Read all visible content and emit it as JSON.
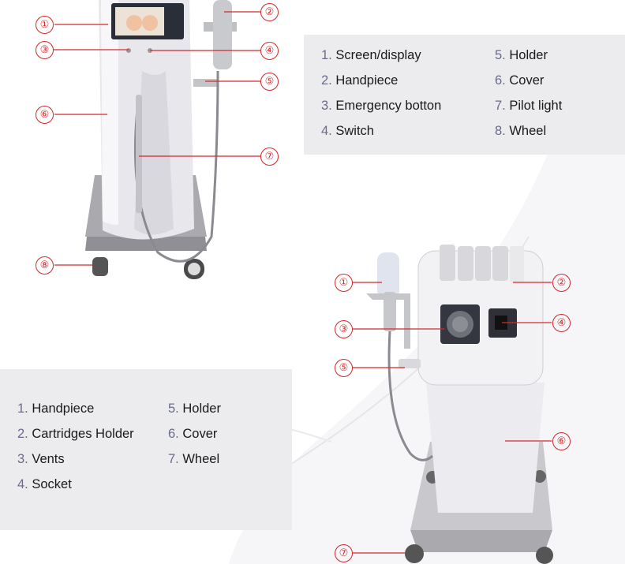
{
  "top_figure": {
    "callouts": [
      "①",
      "②",
      "③",
      "④",
      "⑤",
      "⑥",
      "⑦",
      "⑧"
    ],
    "legend": [
      {
        "num": "1.",
        "text": "Screen/display"
      },
      {
        "num": "2.",
        "text": "Handpiece"
      },
      {
        "num": "3.",
        "text": "Emergency botton"
      },
      {
        "num": "4.",
        "text": "Switch"
      },
      {
        "num": "5.",
        "text": "Holder"
      },
      {
        "num": "6.",
        "text": "Cover"
      },
      {
        "num": "7.",
        "text": "Pilot light"
      },
      {
        "num": "8.",
        "text": "Wheel"
      }
    ]
  },
  "bottom_figure": {
    "callouts": [
      "①",
      "②",
      "③",
      "④",
      "⑤",
      "⑥",
      "⑦"
    ],
    "legend": [
      {
        "num": "1.",
        "text": "Handpiece"
      },
      {
        "num": "2.",
        "text": "Cartridges Holder"
      },
      {
        "num": "3.",
        "text": "Vents"
      },
      {
        "num": "4.",
        "text": "Socket"
      },
      {
        "num": "5.",
        "text": "Holder"
      },
      {
        "num": "6.",
        "text": "Cover"
      },
      {
        "num": "7.",
        "text": "Wheel"
      }
    ]
  },
  "colors": {
    "callout": "#d5282b",
    "legend_bg": "#ececee",
    "number": "#6b6b8a"
  }
}
